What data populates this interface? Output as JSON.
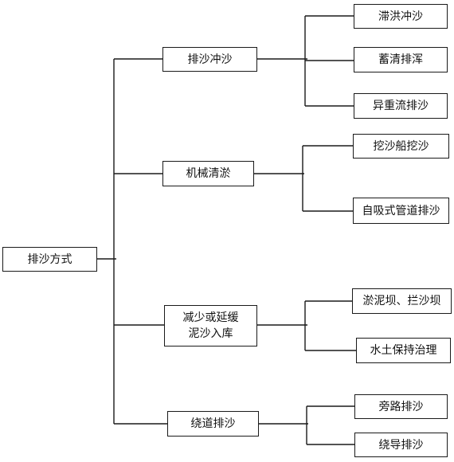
{
  "root": {
    "label": "排沙方式"
  },
  "categories": [
    {
      "label": "排沙冲沙",
      "children": [
        "滞洪冲沙",
        "蓄清排浑",
        "异重流排沙"
      ]
    },
    {
      "label": "机械清淤",
      "children": [
        "挖沙船挖沙",
        "自吸式管道排沙"
      ]
    },
    {
      "label": "减少或延缓\n泥沙入库",
      "children": [
        "淤泥坝、拦沙坝",
        "水土保持治理"
      ]
    },
    {
      "label": "绕道排沙",
      "children": [
        "旁路排沙",
        "绕导排沙"
      ]
    }
  ]
}
